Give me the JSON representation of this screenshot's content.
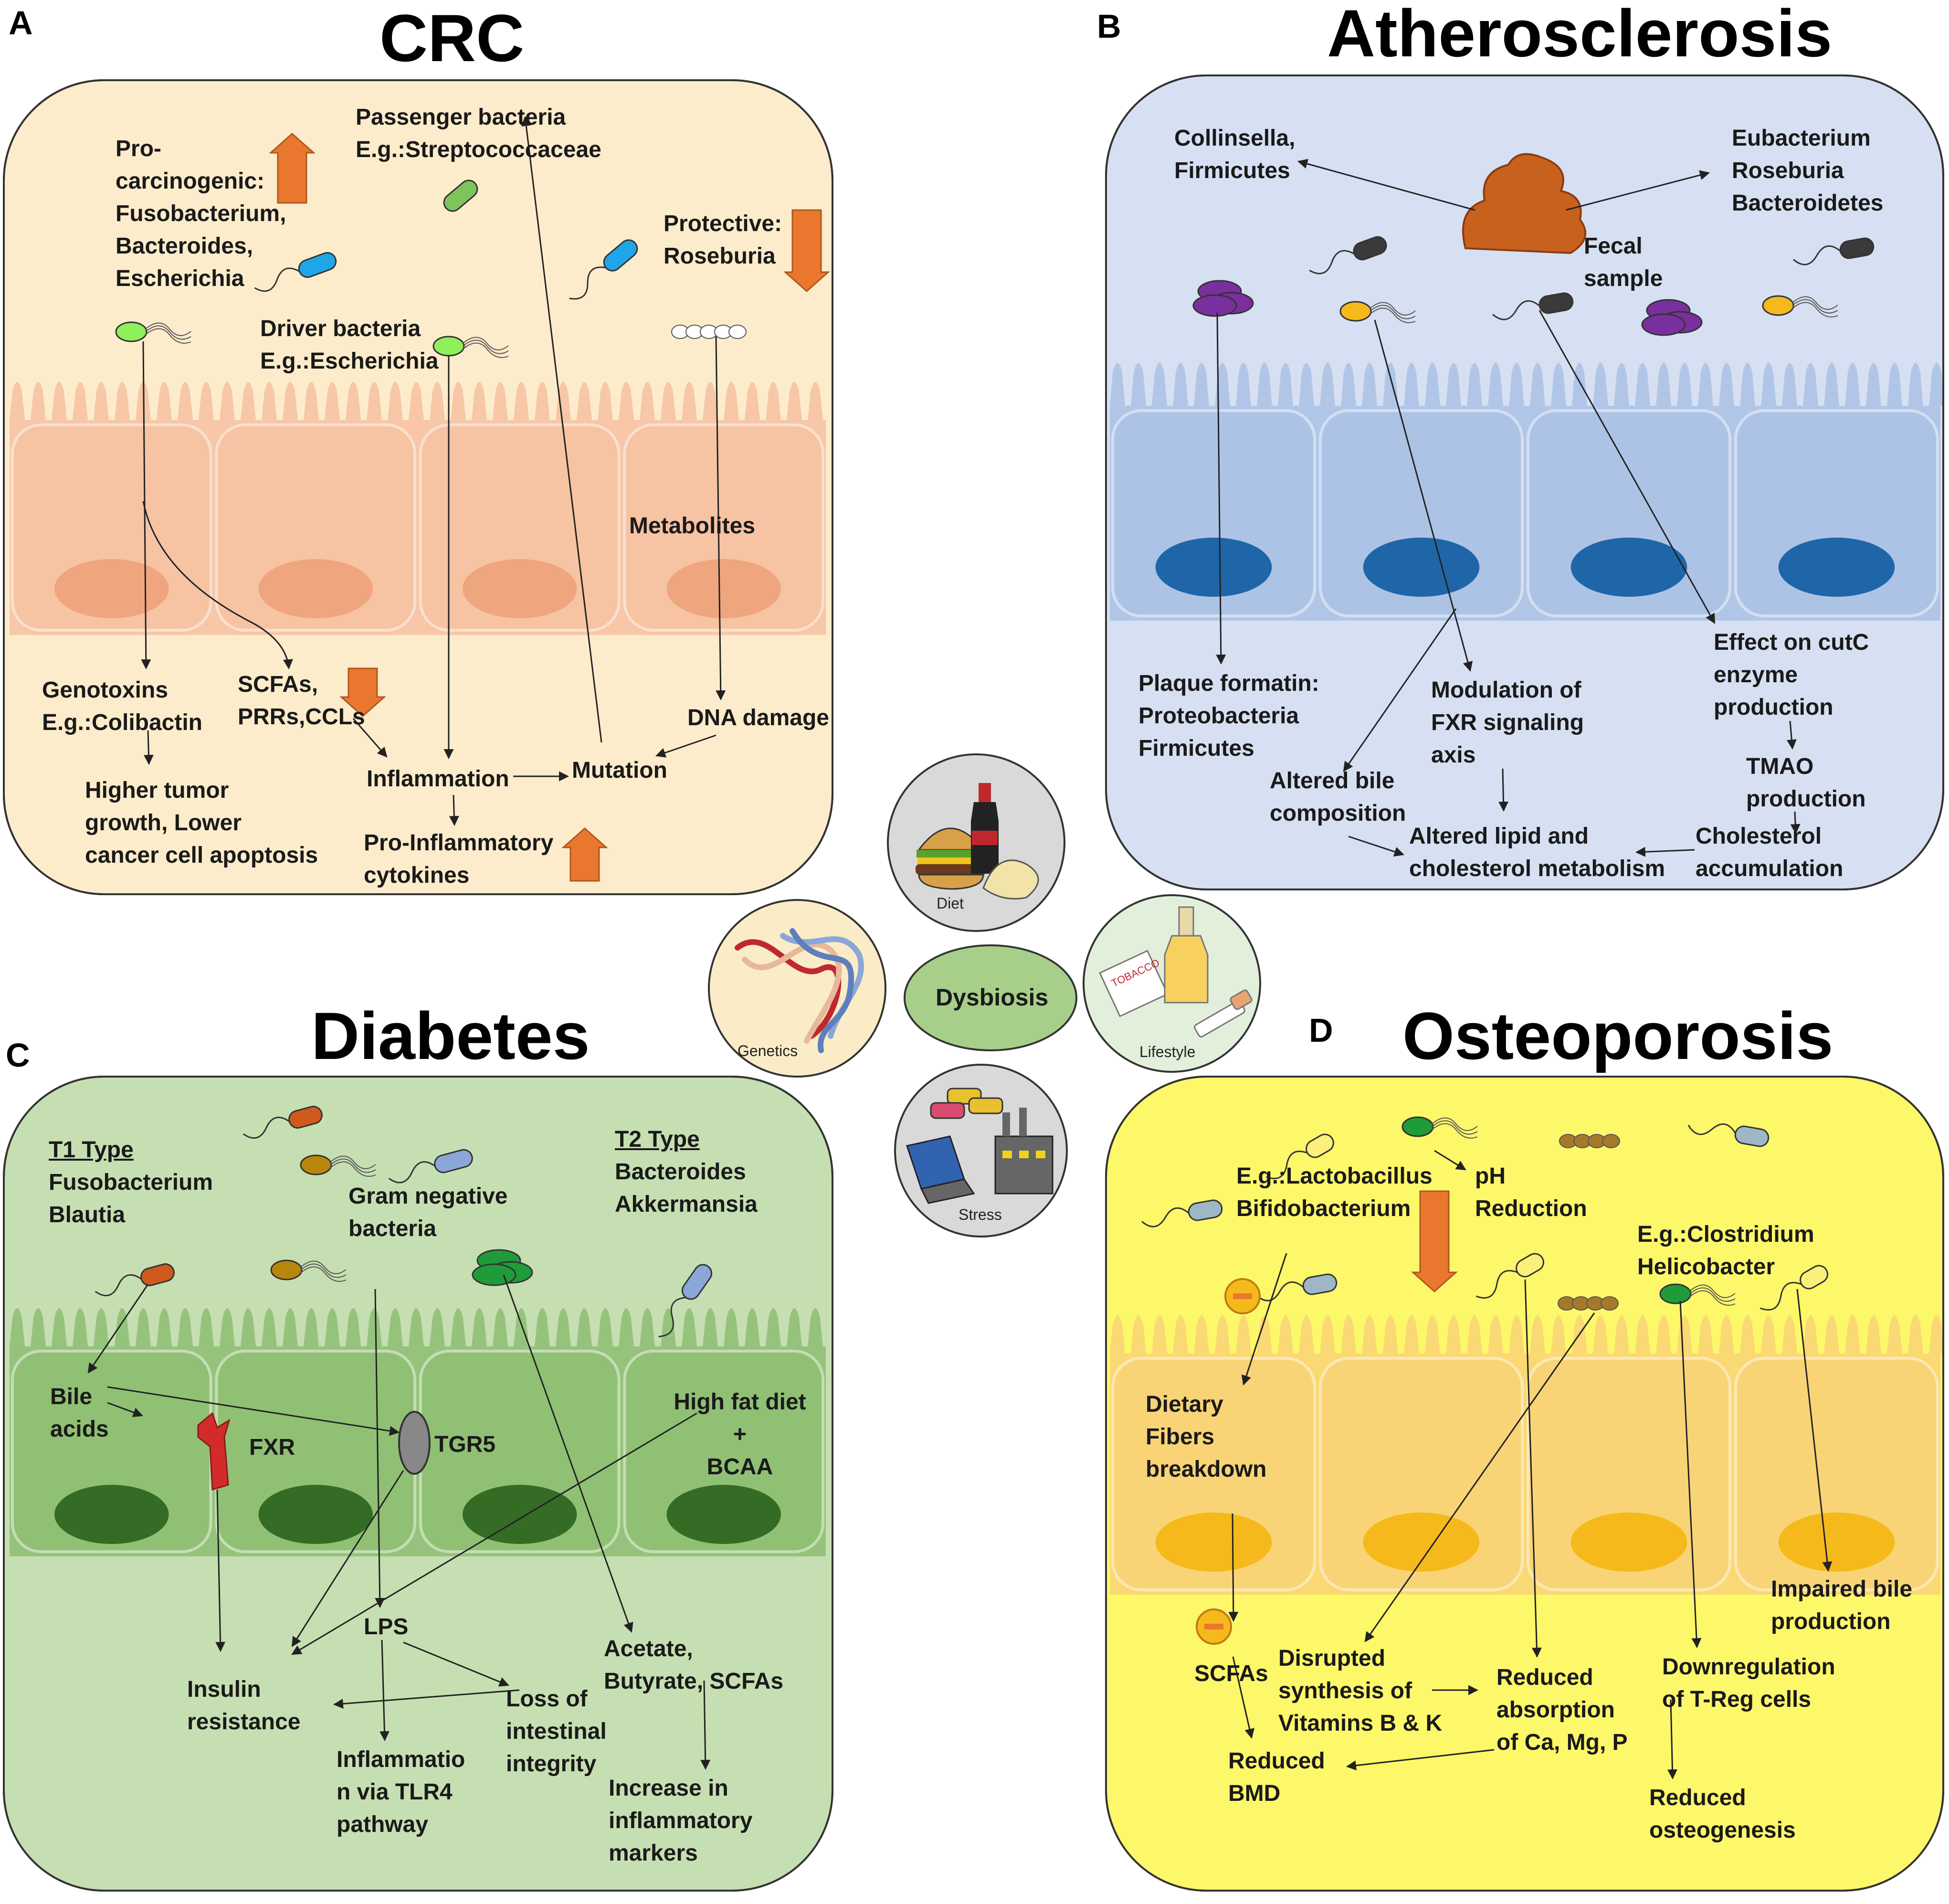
{
  "panels": {
    "A": {
      "letter": "A",
      "title": "CRC",
      "pro_carcinogenic": "Pro-\ncarcinogenic:\nFusobacterium,\nBacteroides,\nEscherichia",
      "passenger": "Passenger bacteria\nE.g.:Streptococcaceae",
      "protective": "Protective:\nRoseburia",
      "driver": "Driver bacteria\nE.g.:Escherichia",
      "metabolites": "Metabolites",
      "genotoxins": "Genotoxins\nE.g.:Colibactin",
      "scfas": "SCFAs,\nPRRs,CCLs",
      "dna_damage": "DNA damage",
      "inflammation": "Inflammation",
      "mutation": "Mutation",
      "tumor": "Higher tumor\ngrowth, Lower\ncancer cell apoptosis",
      "cytokines": "Pro-Inflammatory\ncytokines"
    },
    "B": {
      "letter": "B",
      "title": "Atherosclerosis",
      "collinsella": "Collinsella,\nFirmicutes",
      "eubacterium": "Eubacterium\nRoseburia\nBacteroidetes",
      "fecal": "Fecal\nsample",
      "plaque": "Plaque formatin:\nProteobacteria\nFirmicutes",
      "fxr_mod": "Modulation of\nFXR signaling\naxis",
      "cutc": "Effect on cutC\nenzyme\nproduction",
      "tmao": "TMAO\nproduction",
      "bile_comp": "Altered bile\ncomposition",
      "lipid": "Altered lipid and\ncholesterol metabolism",
      "cholesterol": "Cholesterol\naccumulation"
    },
    "C": {
      "letter": "C",
      "title": "Diabetes",
      "t1_heading": "T1 Type",
      "t1_bacteria": "Fusobacterium\nBlautia",
      "gram_negative": "Gram negative\nbacteria",
      "t2_heading": "T2 Type",
      "t2_bacteria": "Bacteroides\nAkkermansia",
      "bile_acids": "Bile\nacids",
      "fxr": "FXR",
      "tgr5": "TGR5",
      "high_fat": "High fat diet\n+\nBCAA",
      "lps": "LPS",
      "insulin": "Insulin\nresistance",
      "inflammation_tlr4": "Inflammatio\nn via TLR4\npathway",
      "loss_integrity": "Loss of\nintestinal\nintegrity",
      "acetate": "Acetate,\nButyrate, SCFAs",
      "markers": "Increase in\ninflammatory\nmarkers"
    },
    "D": {
      "letter": "D",
      "title": "Osteoporosis",
      "lacto": "E.g.:Lactobacillus\nBifidobacterium",
      "ph": "pH\nReduction",
      "clostridium": "E.g.:Clostridium\nHelicobacter",
      "fibers": "Dietary\nFibers\nbreakdown",
      "impaired_bile": "Impaired bile\nproduction",
      "scfas": "SCFAs",
      "vitamins": "Disrupted\nsynthesis of\nVitamins B & K",
      "absorption": "Reduced\nabsorption\nof Ca, Mg, P",
      "treg": "Downregulation\nof T-Reg cells",
      "bmd": "Reduced\nBMD",
      "osteogenesis": "Reduced\nosteogenesis"
    }
  },
  "center": {
    "dysbiosis": "Dysbiosis",
    "diet": "Diet",
    "genetics": "Genetics",
    "lifestyle": "Lifestyle",
    "stress": "Stress",
    "tobacco": "TOBACCO"
  },
  "colors": {
    "panel_a_bg": "#fdeccb",
    "panel_b_bg": "#d6e0f2",
    "panel_c_bg": "#c6dfb2",
    "panel_d_bg": "#fdf76a",
    "tissue_a": "#f6c3a3",
    "tissue_b": "#adc3e6",
    "tissue_c": "#90c074",
    "tissue_d": "#f9d476",
    "nucleus_a": "#efa57e",
    "nucleus_b": "#1f66a8",
    "nucleus_c": "#356c25",
    "nucleus_d": "#f6b91c",
    "up_down_arrow": "#e9772e",
    "dysbiosis": "#a8cf8a"
  }
}
